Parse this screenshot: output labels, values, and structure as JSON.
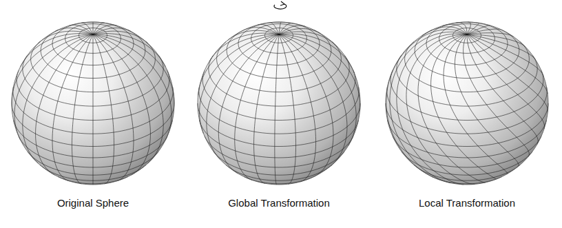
{
  "diagram": {
    "labels": [
      "Original Sphere",
      "Global Transformation",
      "Local Transformation"
    ]
  }
}
